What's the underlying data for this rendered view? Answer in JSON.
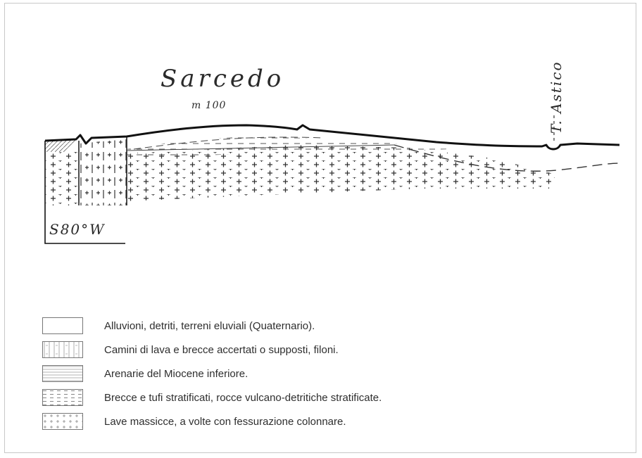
{
  "section": {
    "place_name": "Sarcedo",
    "altitude": "m 100",
    "river_label": "T. Astico",
    "orientation": "S80°W"
  },
  "legend": [
    {
      "pattern": "blank",
      "label": "Alluvioni, detriti, terreni eluviali (Quaternario)."
    },
    {
      "pattern": "columns",
      "label": "Camini di lava e brecce accertati o supposti, filoni."
    },
    {
      "pattern": "hatched",
      "label": "Arenarie del Miocene inferiore."
    },
    {
      "pattern": "dashes",
      "label": "Brecce e tufi stratificati, rocce vulcano-detritiche stratificate."
    },
    {
      "pattern": "crosses",
      "label": "Lave massicce, a volte con fessurazione colonnare."
    }
  ],
  "colors": {
    "ink": "#2a2a2a",
    "frame": "#c8c8c8",
    "text": "#2e2e2e"
  }
}
